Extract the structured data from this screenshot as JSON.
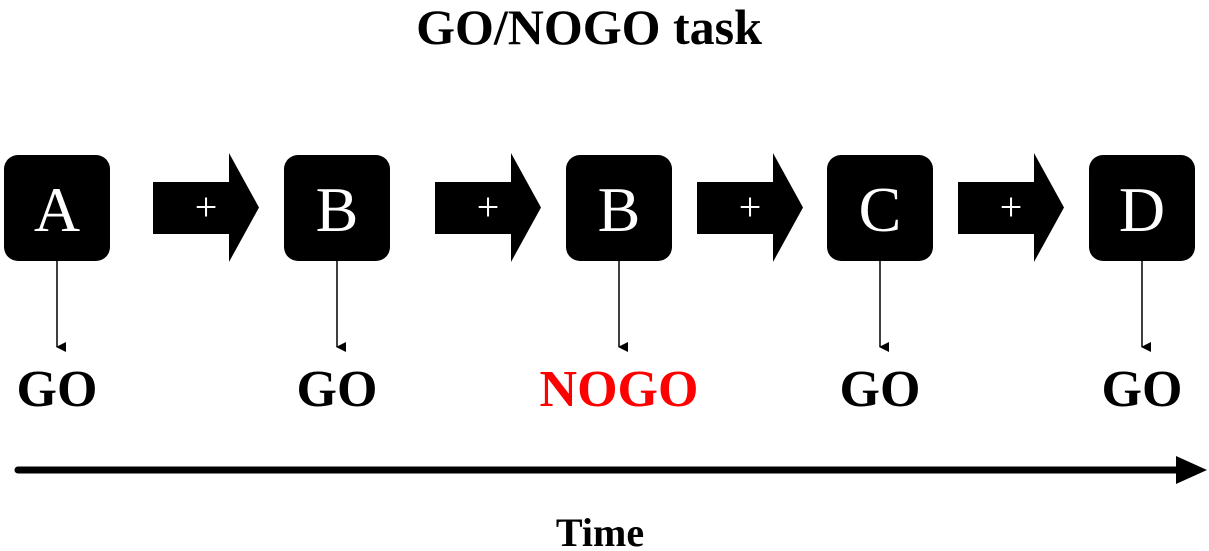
{
  "title": "GO/NOGO task",
  "separator_symbol": "+",
  "time_label": "Time",
  "colors": {
    "box_fill": "#000000",
    "box_text": "#ffffff",
    "go": "#000000",
    "nogo": "#ff0000"
  },
  "trials": [
    {
      "stimulus": "A",
      "response": "GO",
      "type": "go"
    },
    {
      "stimulus": "B",
      "response": "GO",
      "type": "go"
    },
    {
      "stimulus": "B",
      "response": "NOGO",
      "type": "nogo"
    },
    {
      "stimulus": "C",
      "response": "GO",
      "type": "go"
    },
    {
      "stimulus": "D",
      "response": "GO",
      "type": "go"
    }
  ]
}
